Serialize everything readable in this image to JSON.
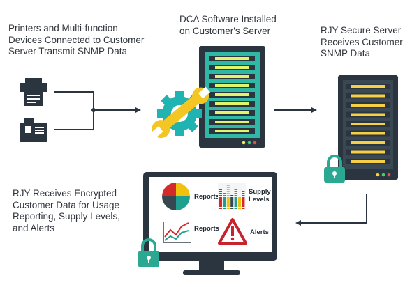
{
  "captions": {
    "printers": "Printers and Multi-function\nDevices Connected to Customer\nServer Transmit SNMP Data",
    "dca": "DCA Software Installed\non Customer's Server",
    "rjy_server": "RJY Secure Server\nReceives Customer\nSNMP Data",
    "rjy_receives": "RJY Receives Encrypted\nCustomer Data for Usage\nReporting, Supply Levels,\nand Alerts"
  },
  "dashboard": {
    "reports_label_1": "Reports",
    "supply_label": "Supply\nLevels",
    "reports_label_2": "Reports",
    "alerts_label": "Alerts"
  },
  "icons": {
    "printer": "printer-icon",
    "mfp": "multifunction-printer-icon",
    "dca_server": "server-icon",
    "gear": "gear-wrench-icon",
    "secure_server": "server-icon",
    "padlock": "padlock-icon",
    "monitor": "monitor-icon",
    "pie_chart": "pie-chart-icon",
    "bar_chart": "bar-chart-icon",
    "line_chart": "line-chart-icon",
    "warning": "warning-triangle-icon"
  },
  "colors": {
    "server_body": "#2a3540",
    "dca_slot": "#e3f36a",
    "dca_rack": "#2fb8a6",
    "rjy_slot": "#f5cf45",
    "gear": "#1fb3b2",
    "wrench": "#f3c623",
    "padlock": "#2aa892",
    "arrow": "#2a3540",
    "alert": "#c8232c"
  }
}
